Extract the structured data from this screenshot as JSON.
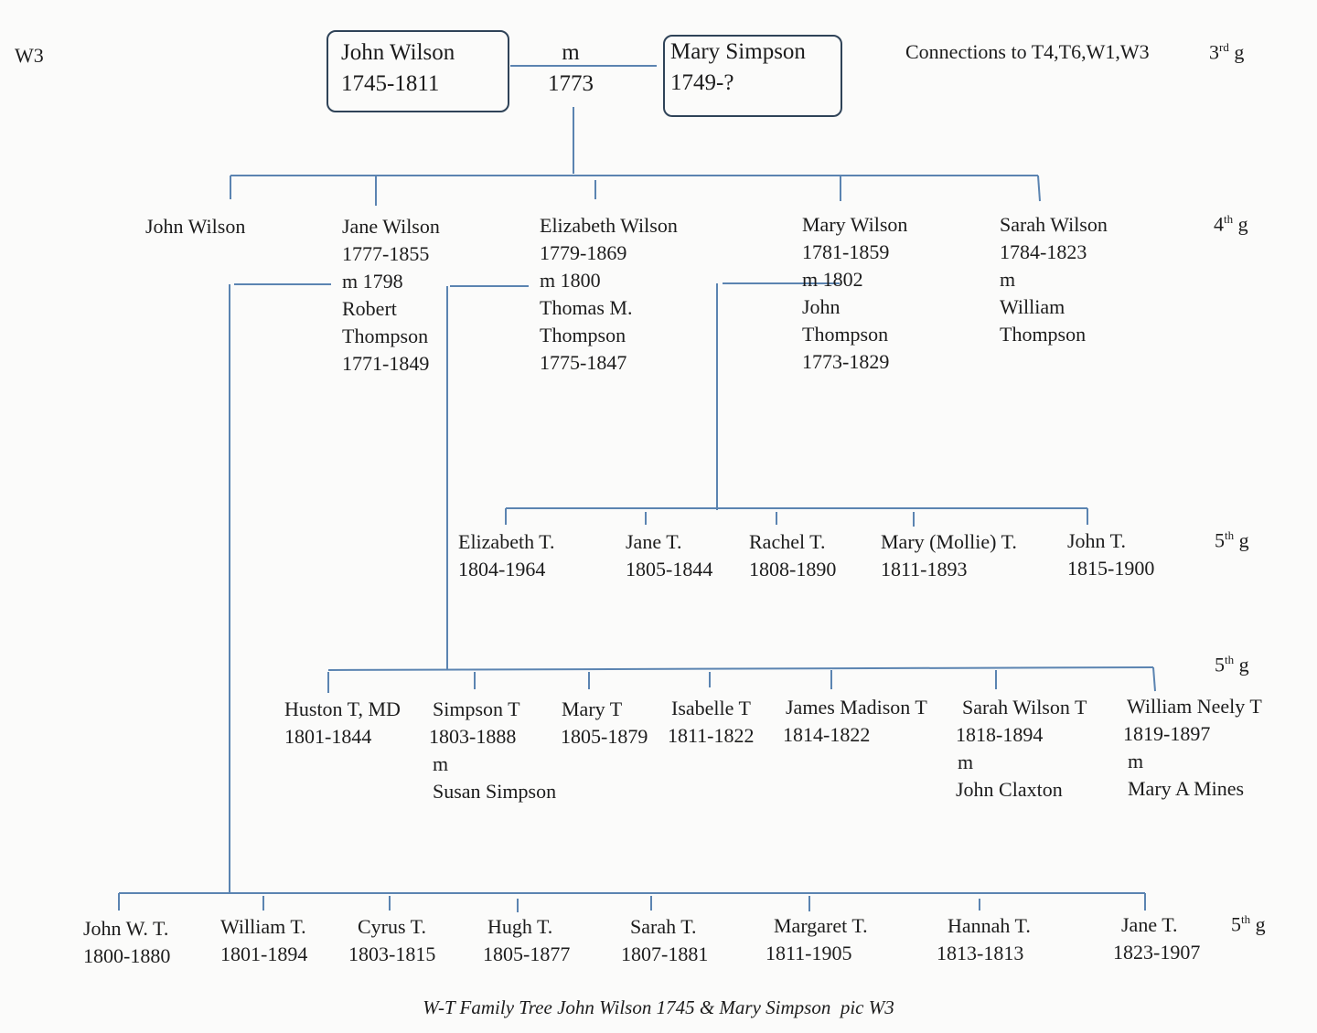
{
  "page_label": "W3",
  "connections": "Connections to T4,T6,W1,W3",
  "generations": {
    "g3": {
      "num": "3",
      "sup": "rd",
      "suffix": " g"
    },
    "g4": {
      "num": "4",
      "sup": "th",
      "suffix": " g"
    },
    "g5": {
      "num": "5",
      "sup": "th",
      "suffix": " g"
    }
  },
  "root": {
    "husband": {
      "name": "John Wilson",
      "dates": "1745-1811"
    },
    "marriage": {
      "label": "m",
      "year": "1773"
    },
    "wife": {
      "name": "Mary Simpson",
      "dates": "1749-?"
    }
  },
  "children": [
    {
      "lines": [
        "John Wilson"
      ]
    },
    {
      "lines": [
        "Jane Wilson",
        "1777-1855",
        "m 1798",
        "Robert",
        "Thompson",
        "1771-1849"
      ]
    },
    {
      "lines": [
        "Elizabeth Wilson",
        "1779-1869",
        "m 1800",
        "Thomas M.",
        "Thompson",
        "1775-1847"
      ]
    },
    {
      "lines": [
        "Mary Wilson",
        "1781-1859",
        "m 1802",
        "John",
        "Thompson",
        "1773-1829"
      ]
    },
    {
      "lines": [
        "Sarah Wilson",
        "1784-1823",
        "m",
        "William",
        "Thompson"
      ]
    }
  ],
  "mary_children": [
    {
      "name": "Elizabeth T.",
      "dates": "1804-1964"
    },
    {
      "name": "Jane T.",
      "dates": "1805-1844"
    },
    {
      "name": "Rachel T.",
      "dates": "1808-1890"
    },
    {
      "name": "Mary (Mollie) T.",
      "dates": "1811-1893"
    },
    {
      "name": "John T.",
      "dates": "1815-1900"
    }
  ],
  "elizabeth_children": [
    {
      "lines": [
        "Huston T, MD",
        "1801-1844"
      ]
    },
    {
      "lines": [
        "Simpson T",
        "1803-1888",
        "m",
        "Susan Simpson"
      ]
    },
    {
      "lines": [
        "Mary T",
        "1805-1879"
      ]
    },
    {
      "lines": [
        "Isabelle T",
        "1811-1822"
      ]
    },
    {
      "lines": [
        "James Madison T",
        "1814-1822"
      ]
    },
    {
      "lines": [
        "Sarah Wilson T",
        "1818-1894",
        "m",
        "John Claxton"
      ]
    },
    {
      "lines": [
        "William Neely T",
        "1819-1897",
        "m",
        "Mary A Mines"
      ]
    }
  ],
  "jane_children": [
    {
      "name": "John W. T.",
      "dates": "1800-1880"
    },
    {
      "name": "William T.",
      "dates": "1801-1894"
    },
    {
      "name": "Cyrus T.",
      "dates": "1803-1815"
    },
    {
      "name": "Hugh T.",
      "dates": "1805-1877"
    },
    {
      "name": "Sarah T.",
      "dates": "1807-1881"
    },
    {
      "name": "Margaret T.",
      "dates": "1811-1905"
    },
    {
      "name": "Hannah T.",
      "dates": "1813-1813"
    },
    {
      "name": "Jane T.",
      "dates": "1823-1907"
    }
  ],
  "caption": "W-T Family Tree John Wilson 1745 & Mary Simpson  pic W3",
  "colors": {
    "line": "#5b84b1",
    "box_border": "#2f4358"
  }
}
